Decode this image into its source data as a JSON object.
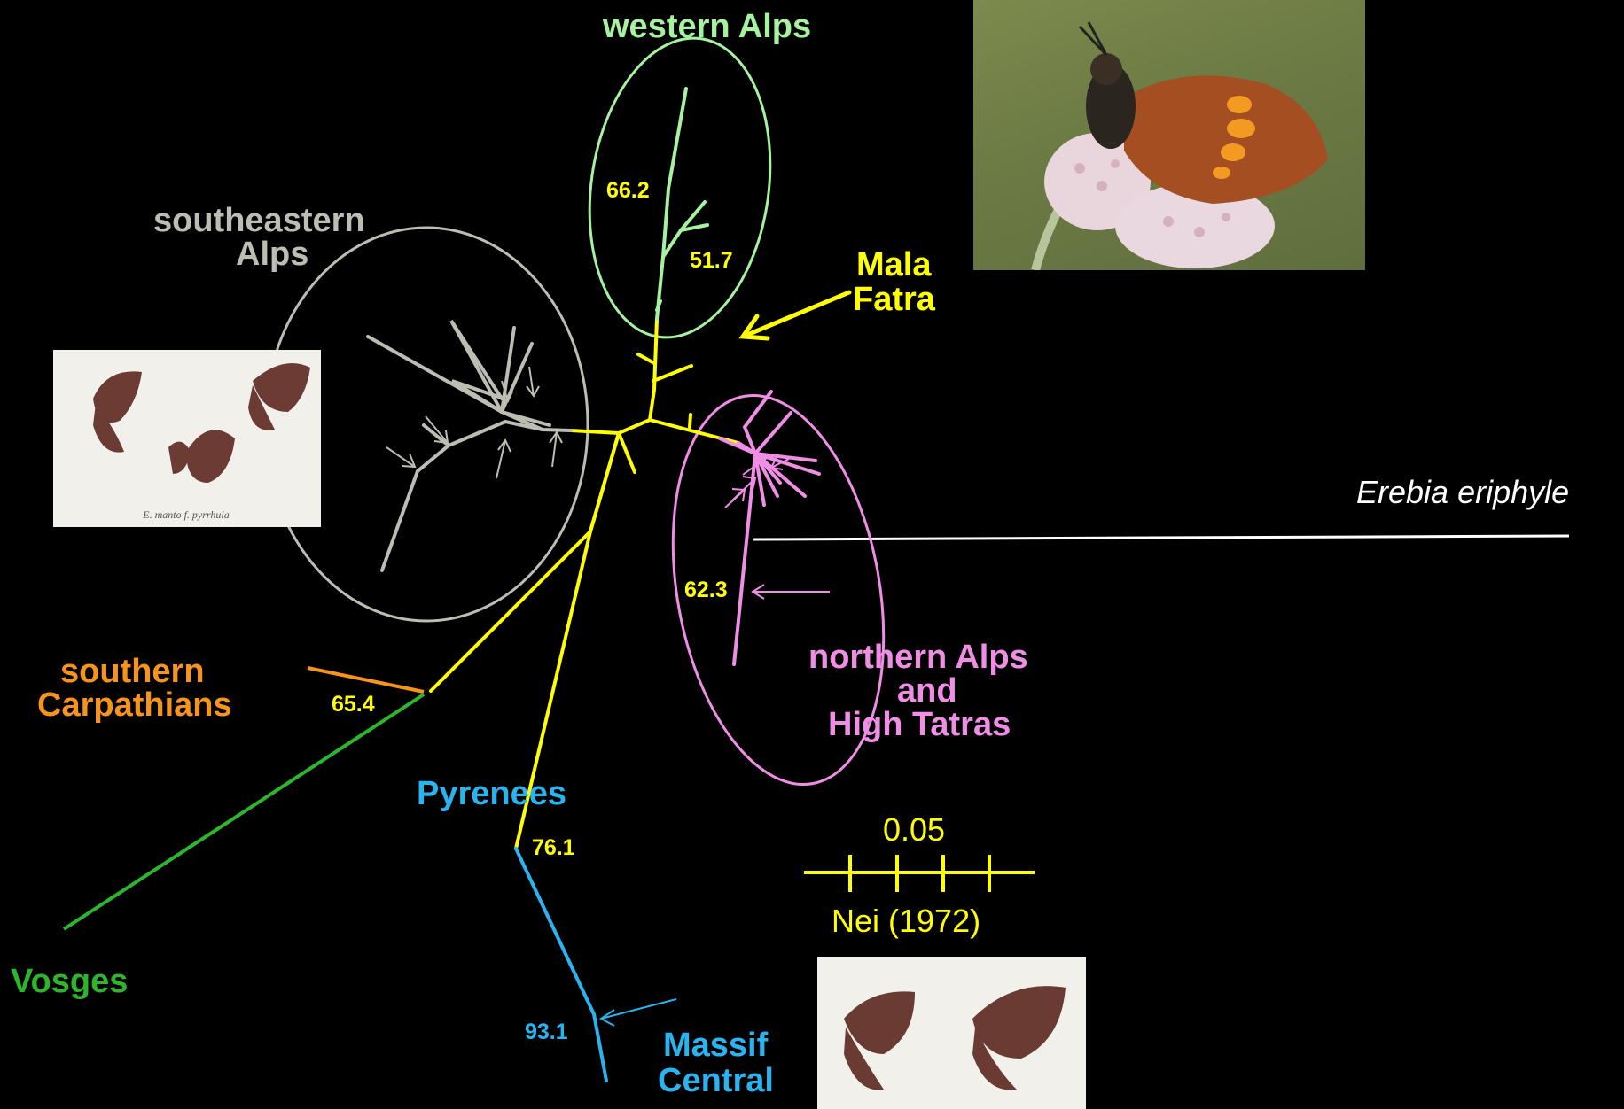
{
  "labels": {
    "western_alps": "western Alps",
    "southeastern_alps_1": "southeastern",
    "southeastern_alps_2": "Alps",
    "mala_fatra_1": "Mala",
    "mala_fatra_2": "Fatra",
    "outgroup": "Erebia eriphyle",
    "southern_carpathians_1": "southern",
    "southern_carpathians_2": "Carpathians",
    "northern_alps_1": "northern Alps",
    "northern_alps_2": "and",
    "northern_alps_3": "High Tatras",
    "pyrenees": "Pyrenees",
    "vosges": "Vosges",
    "massif_central_1": "Massif",
    "massif_central_2": "Central"
  },
  "bootstrap": {
    "western_alps_a": "66.2",
    "western_alps_b": "51.7",
    "northern_alps": "62.3",
    "carpathians": "65.4",
    "pyrenees": "76.1",
    "massif_central": "93.1"
  },
  "scale": {
    "value": "0.05",
    "caption": "Nei (1972)"
  },
  "colors": {
    "western_alps": "#a6f2a0",
    "southeastern_alps": "#bdbdb4",
    "mala_fatra": "#ffff00",
    "northern_alps": "#f08ee6",
    "southern_carpathians": "#f7941d",
    "vosges": "#2db52d",
    "pyrenees": "#29b4f0",
    "outgroup": "#ffffff"
  },
  "specimen_plate_caption": "E. manto f. pyrrhula",
  "icons": [
    "butterfly-photo",
    "specimen-plate",
    "specimen-plate-2"
  ]
}
